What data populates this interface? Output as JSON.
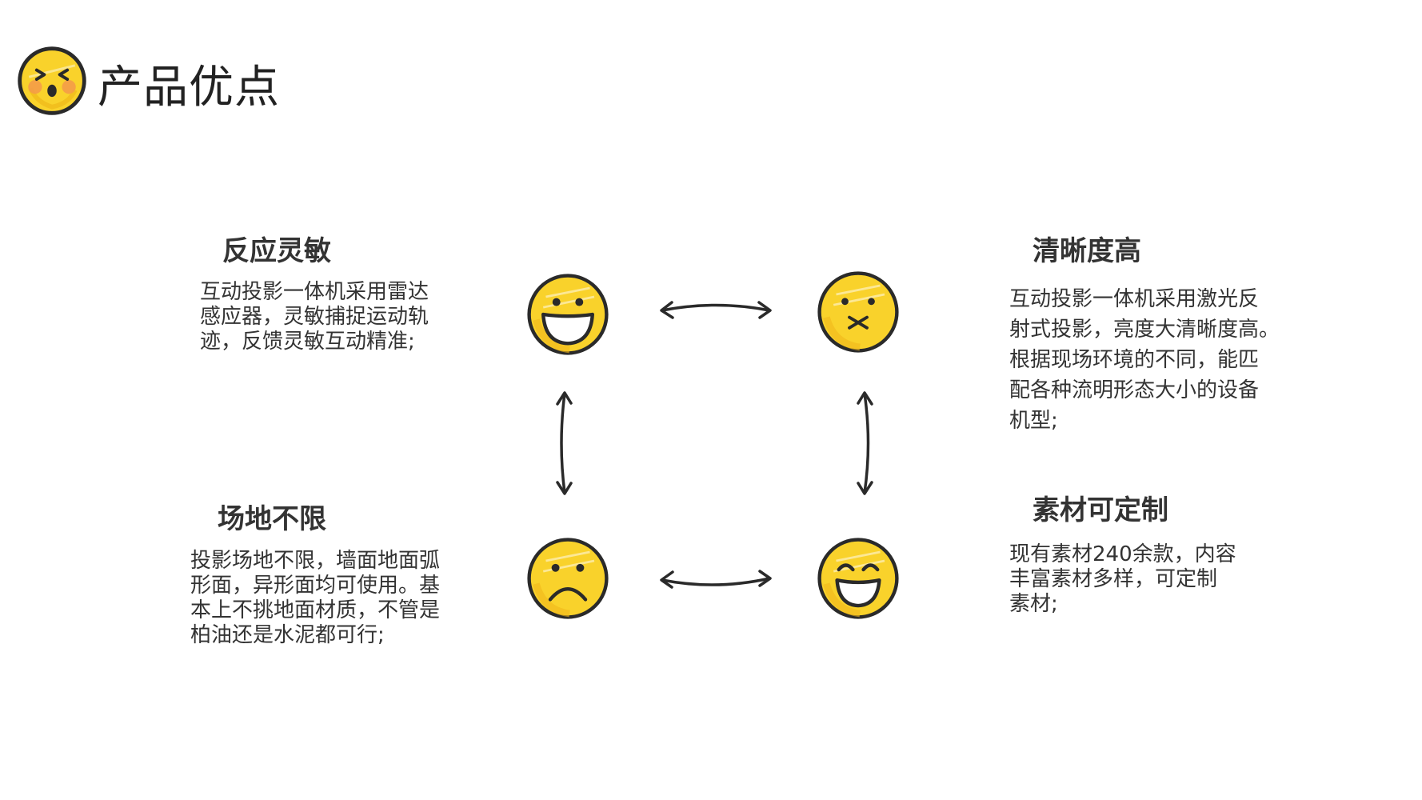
{
  "header": {
    "title": "产品优点",
    "icon": "wincing-face-icon"
  },
  "features": {
    "top_left": {
      "title": "反应灵敏",
      "body": "互动投影一体机采用雷达\n感应器，灵敏捕捉运动轨\n迹，反馈灵敏互动精准;"
    },
    "top_right": {
      "title": "清晰度高",
      "body": "互动投影一体机采用激光反\n射式投影，亮度大清晰度高。\n根据现场环境的不同，能匹\n配各种流明形态大小的设备\n机型;"
    },
    "bottom_left": {
      "title": "场地不限",
      "body": "投影场地不限，墙面地面弧\n形面，异形面均可使用。基\n本上不挑地面材质，不管是\n      柏油还是水泥都可行;"
    },
    "bottom_right": {
      "title": "素材可定制",
      "body": "现有素材240余款，内容\n丰富素材多样，可定制\n素材;"
    }
  },
  "icons": {
    "top_left": "grinning-face-icon",
    "top_right": "muted-face-icon",
    "bottom_left": "frowning-face-icon",
    "bottom_right": "smiling-eyes-face-icon"
  },
  "colors": {
    "face_yellow": "#f9d22b",
    "face_shade": "#f0b81a",
    "outline": "#2a2a2a",
    "text": "#333333",
    "cheek": "#f59a4a"
  }
}
